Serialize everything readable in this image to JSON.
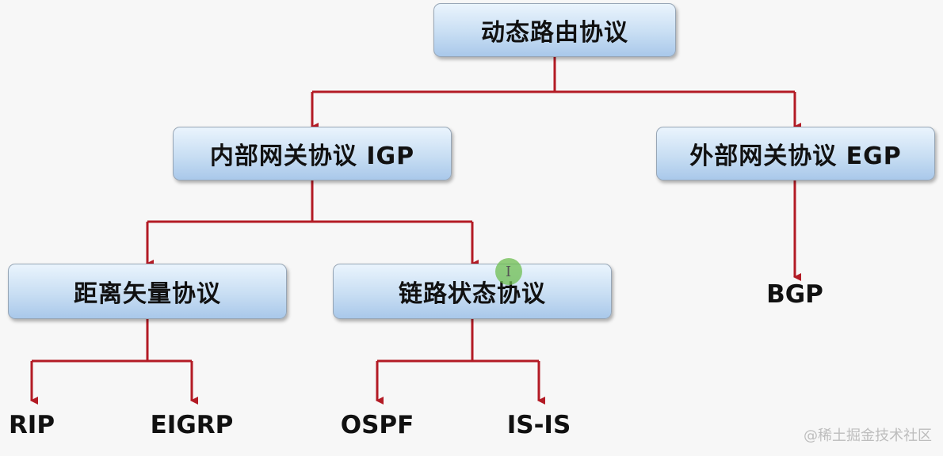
{
  "diagram": {
    "root": "动态路由协议",
    "igp": "内部网关协议 IGP",
    "egp": "外部网关协议 EGP",
    "distance_vector": "距离矢量协议",
    "link_state": "链路状态协议",
    "leaves": {
      "rip": "RIP",
      "eigrp": "EIGRP",
      "ospf": "OSPF",
      "isis": "IS-IS",
      "bgp": "BGP"
    }
  },
  "cursor": {
    "glyph": "I"
  },
  "watermark": "@稀土掘金技术社区",
  "colors": {
    "connector": "#b31b25",
    "box_border": "#97a6b6"
  }
}
